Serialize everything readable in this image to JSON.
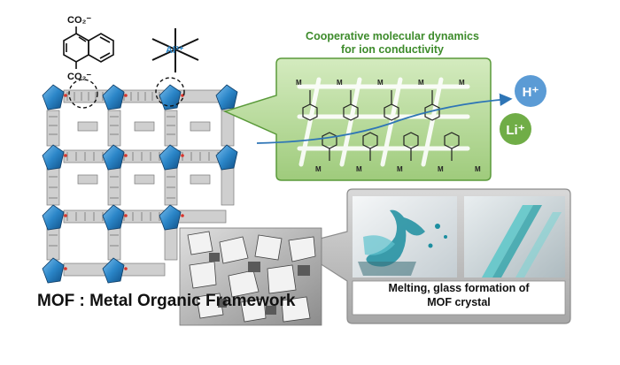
{
  "ligand_labels": {
    "carboxylate_top": "CO₂⁻",
    "carboxylate_bottom": "CO₂⁻",
    "metal_ion": "Al³⁺"
  },
  "cooperative_panel": {
    "title_line1": "Cooperative molecular dynamics",
    "title_line2": "for ion conductivity",
    "metal_label": "M",
    "ions": [
      "H⁺",
      "Li⁺"
    ]
  },
  "framework_caption": "MOF : Metal Organic Framework",
  "melting_panel": {
    "caption_line1": "Melting, glass formation of",
    "caption_line2": "MOF crystal"
  },
  "colors": {
    "green_panel": "#b7d89a",
    "green_border": "#5a9a3a",
    "green_title": "#3d8b2b",
    "node_blue": "#2b86c8",
    "ion_circle": "#5b9bd5",
    "li_circle": "#70ad47",
    "gray_panel": "#bfbfbf",
    "arrow_blue": "#2e75b6"
  }
}
